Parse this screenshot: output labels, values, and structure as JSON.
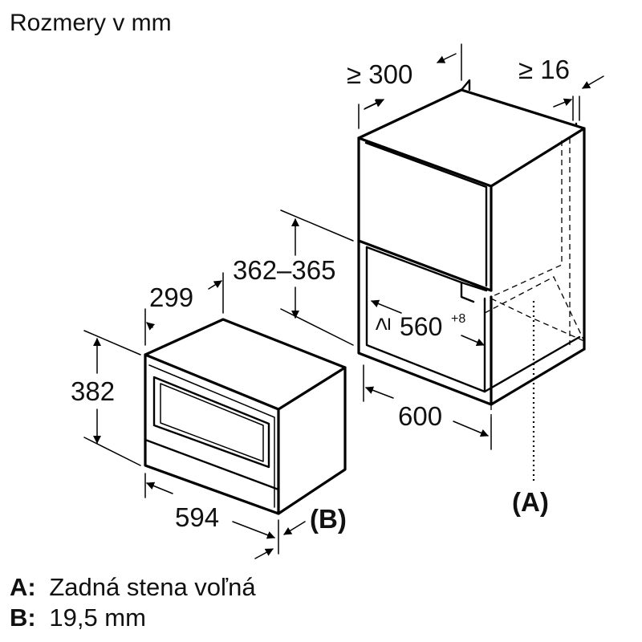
{
  "title": "Rozmery v mm",
  "dimensions": {
    "niche_depth": "≥ 300",
    "side_gap": "≥ 16",
    "niche_height": "362–365",
    "niche_width_value": "≥ 560",
    "niche_width_tolerance": "+8",
    "cabinet_width": "600",
    "appliance_depth": "299",
    "appliance_height": "382",
    "appliance_width": "594"
  },
  "markers": {
    "a": "(A)",
    "b": "(B)"
  },
  "legend": [
    {
      "key": "A:",
      "text": "Zadná stena voľná"
    },
    {
      "key": "B:",
      "text": "19,5 mm"
    }
  ]
}
